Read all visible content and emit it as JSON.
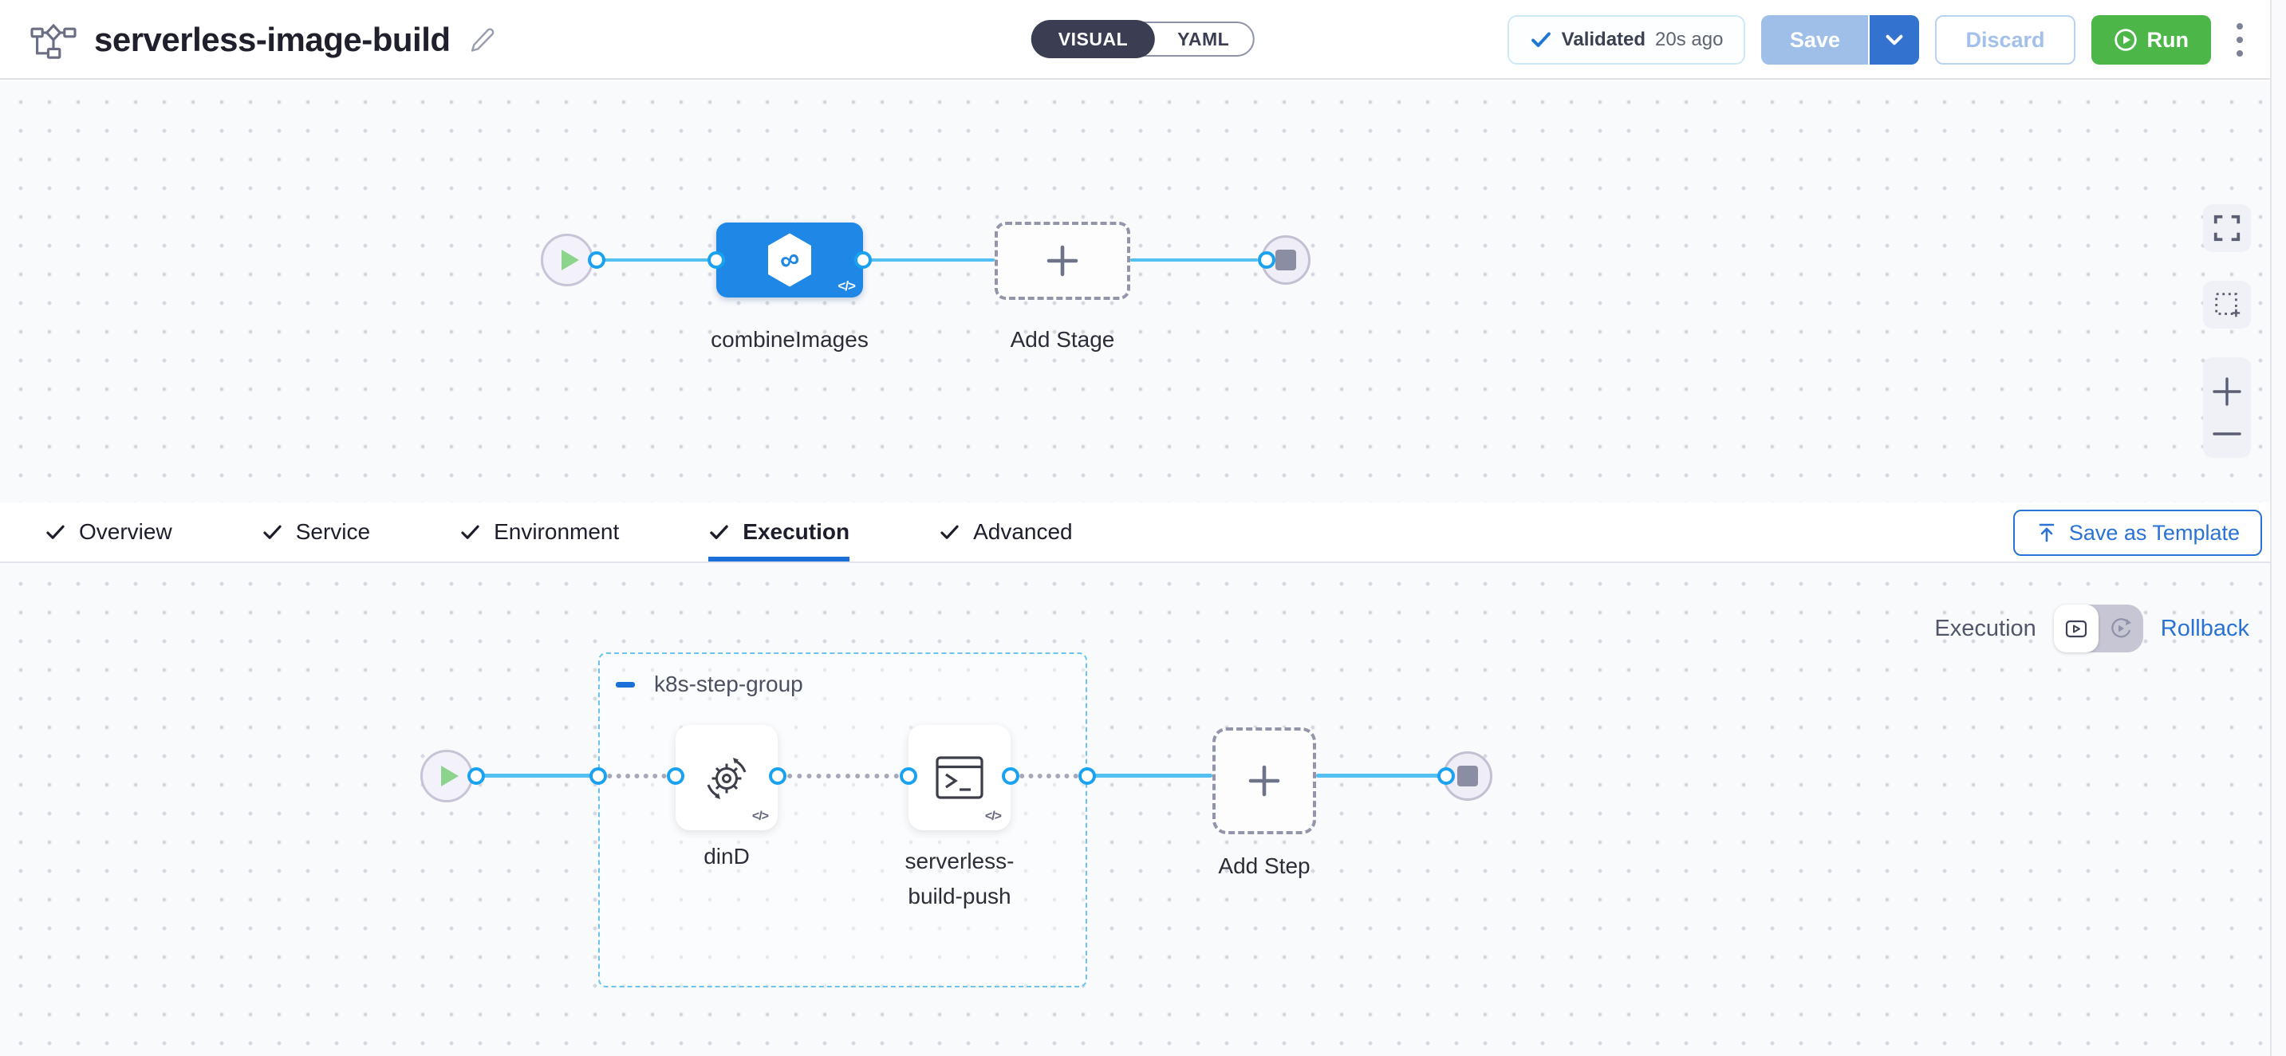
{
  "header": {
    "title": "serverless-image-build",
    "mode_toggle": {
      "visual_label": "VISUAL",
      "yaml_label": "YAML",
      "active": "VISUAL"
    },
    "validated_badge": {
      "label": "Validated",
      "time_ago": "20s ago"
    },
    "save_button": "Save",
    "discard_button": "Discard",
    "run_button": "Run"
  },
  "stage_canvas": {
    "stage_name": "combineImages",
    "add_stage_label": "Add Stage"
  },
  "tab_bar": {
    "tabs": [
      {
        "label": "Overview"
      },
      {
        "label": "Service"
      },
      {
        "label": "Environment"
      },
      {
        "label": "Execution"
      },
      {
        "label": "Advanced"
      }
    ],
    "active_tab": "Execution",
    "save_as_template_label": "Save as Template"
  },
  "execution_canvas": {
    "view_toggle": {
      "execution_label": "Execution",
      "rollback_label": "Rollback"
    },
    "step_group": {
      "name": "k8s-step-group"
    },
    "steps": [
      {
        "name": "dinD",
        "lines": [
          "dinD"
        ]
      },
      {
        "name": "serverless-build-push",
        "lines": [
          "serverless-",
          "build-push"
        ]
      }
    ],
    "add_step_label": "Add Step"
  },
  "icons": {
    "infinity_glyph": "∞",
    "code_glyph": "</>"
  },
  "colors": {
    "primary_blue": "#1b6fd6",
    "stage_blue": "#1f87e6",
    "connector_blue": "#54c0f2",
    "dotted_connector_gray": "#a6a8b8",
    "run_green": "#4cb748",
    "group_border_blue": "#6cc3ef",
    "canvas_bg": "#f9fafc"
  }
}
